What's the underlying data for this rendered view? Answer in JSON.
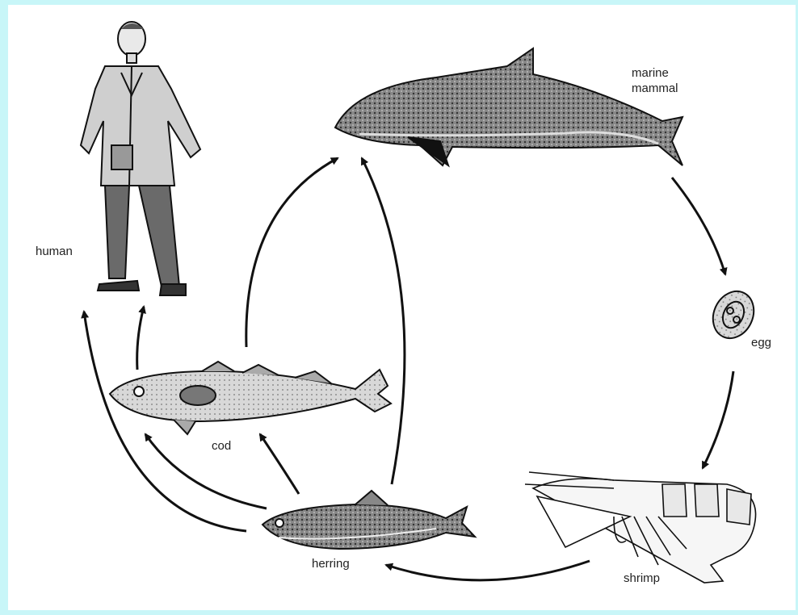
{
  "labels": {
    "human": "human",
    "marine_mammal_line1": "marine",
    "marine_mammal_line2": "mammal",
    "egg": "egg",
    "cod": "cod",
    "herring": "herring",
    "shrimp": "shrimp"
  },
  "colors": {
    "border": "#c8f6f8",
    "ink": "#111111",
    "background": "#ffffff"
  }
}
